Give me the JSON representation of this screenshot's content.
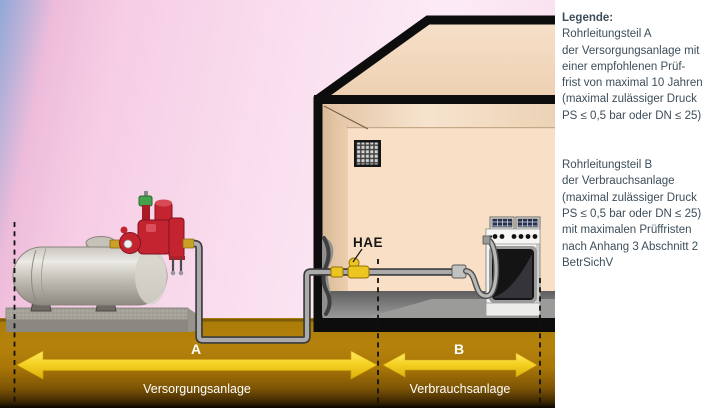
{
  "legend": {
    "title": "Legende:",
    "block_a": [
      "Rohrleitungsteil A",
      "der Versorgungsanlage mit",
      "einer empfohlenen Prüf-",
      "frist von maximal 10 Jahren",
      "(maximal zulässiger Druck",
      "PS ≤ 0,5 bar oder DN ≤ 25)"
    ],
    "block_b": [
      "Rohrleitungsteil B",
      "der Verbrauchsanlage",
      "(maximal zulässiger Druck",
      "PS ≤ 0,5 bar oder DN ≤ 25)",
      "mit maximalen Prüffristen",
      "nach Anhang 3 Abschnitt 2",
      "BetrSichV"
    ]
  },
  "diagram": {
    "labels": {
      "hae": "HAE",
      "zone_a": "A",
      "zone_b": "B",
      "supply": "Versorgungsanlage",
      "consumption": "Verbrauchsanlage"
    },
    "colors": {
      "sky_blue": "#8fa8d8",
      "sky_pink": "#f8d7eb",
      "ground_ochre": "#b5830c",
      "arrow_yellow": "#f6d224",
      "house_wall_peach": "#f8dfc5",
      "regulator_red": "#c4242f",
      "hae_fitting_gold": "#ecc520",
      "legend_text": "#3d4e5a"
    }
  }
}
